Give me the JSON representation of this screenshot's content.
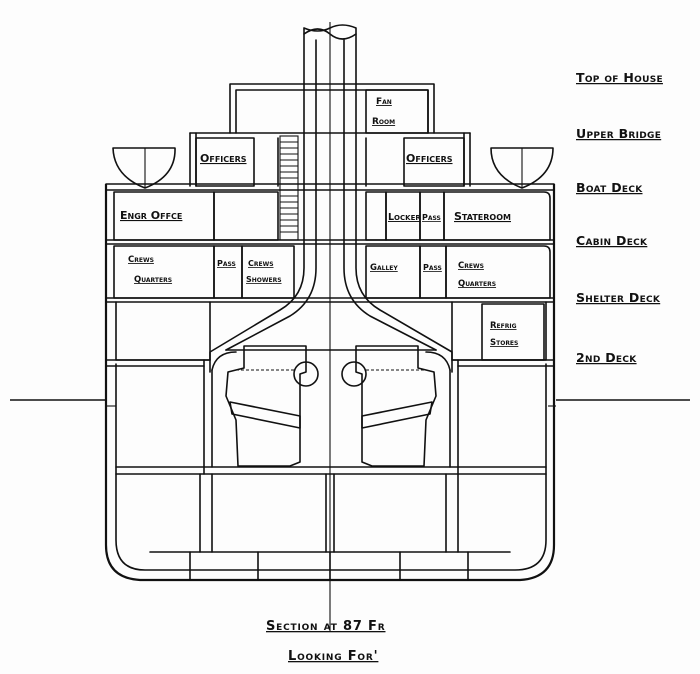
{
  "rooms": {
    "fan_room_1": "Fan",
    "fan_room_2": "Room",
    "officers_port": "Officers",
    "officers_stbd": "Officers",
    "engineers_office": "Engr Offce",
    "locker": "Locker",
    "pass_upper": "Pass",
    "stateroom": "Stateroom",
    "crews_quarters_port_1": "Crews",
    "crews_quarters_port_2": "Quarters",
    "pass_port": "Pass",
    "crews_showers_1": "Crews",
    "crews_showers_2": "Showers",
    "galley": "Galley",
    "pass_stbd": "Pass",
    "crews_quarters_stbd_1": "Crews",
    "crews_quarters_stbd_2": "Quarters",
    "refrig_stores_1": "Refrig",
    "refrig_stores_2": "Stores"
  },
  "decks": {
    "top_of_house": "Top of House",
    "upper_bridge": "Upper Bridge",
    "boat_deck": "Boat Deck",
    "cabin_deck": "Cabin Deck",
    "shelter_deck": "Shelter Deck",
    "second_deck": "2nd Deck"
  },
  "caption": {
    "line1": "Section at 87 Fr",
    "line2": "Looking For'"
  }
}
